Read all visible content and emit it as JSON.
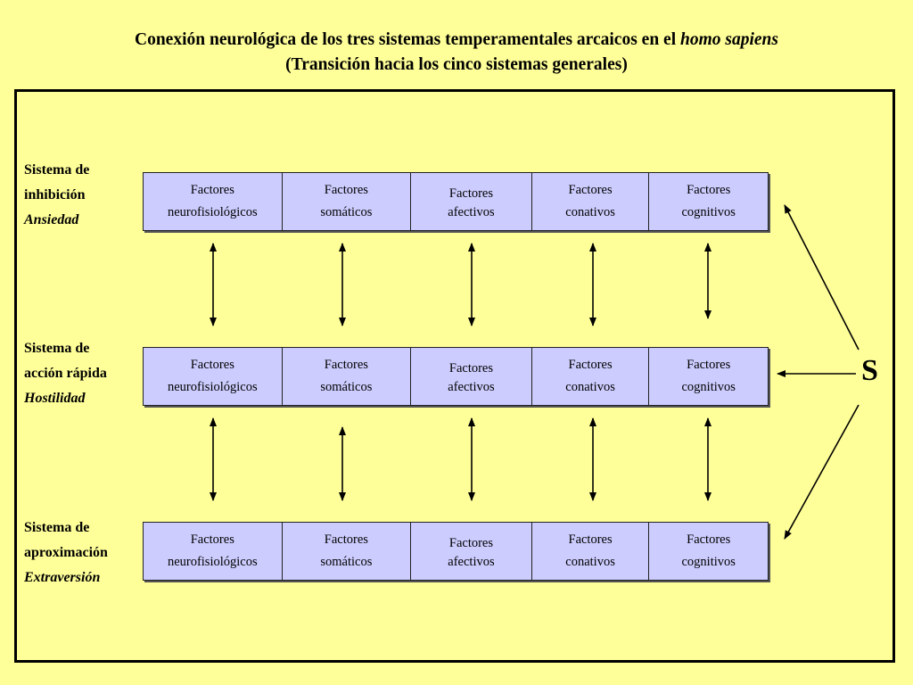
{
  "title": {
    "line1_prefix": "Conexión neurológica de los tres sistemas temperamentales arcaicos en el ",
    "line1_italic": "homo sapiens",
    "line2": "(Transición hacia los cinco sistemas generales)"
  },
  "systems": [
    {
      "line1": "Sistema de",
      "line2": "inhibición",
      "line3": "Ansiedad"
    },
    {
      "line1": "Sistema de",
      "line2": "acción rápida",
      "line3": "Hostilidad"
    },
    {
      "line1": "Sistema de",
      "line2": "aproximación",
      "line3": "Extraversión"
    }
  ],
  "factors": [
    {
      "word": "Factores",
      "name": "neurofisiológicos"
    },
    {
      "word": "Factores",
      "name": "somáticos"
    },
    {
      "word": "Factores",
      "name": "afectivos"
    },
    {
      "word": "Factores",
      "name": "conativos"
    },
    {
      "word": "Factores",
      "name": "cognitivos"
    }
  ],
  "s_label": "S",
  "colors": {
    "background": "#ffff99",
    "cell": "#ccccff",
    "line": "#000000"
  }
}
